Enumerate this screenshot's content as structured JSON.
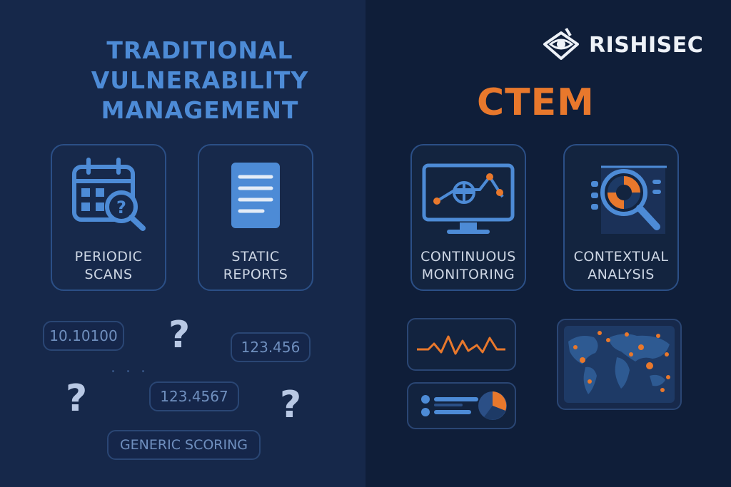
{
  "brand": {
    "name": "RISHISEC",
    "icon": "eye-shield-icon"
  },
  "left": {
    "title": "TRADITIONAL\nVULNERABILITY\nMANAGEMENT",
    "cards": [
      {
        "label": "PERIODIC\nSCANS",
        "icon": "calendar-search-icon"
      },
      {
        "label": "STATIC\nREPORTS",
        "icon": "document-icon"
      }
    ],
    "values": [
      "10.10100",
      "123.456",
      "123.4567"
    ],
    "generic_label": "GENERIC SCORING",
    "question": "?"
  },
  "right": {
    "title": "CTEM",
    "cards": [
      {
        "label": "CONTINUOUS\nMONITORING",
        "icon": "monitor-chart-icon"
      },
      {
        "label": "CONTEXTUAL\nANALYSIS",
        "icon": "magnify-donut-icon"
      }
    ],
    "widgets": [
      "waveform-icon",
      "list-pie-icon",
      "world-map-icon"
    ]
  },
  "colors": {
    "accent_orange": "#e8782c",
    "accent_blue": "#4d8bd6",
    "bg_left": "#16284a",
    "bg_right": "#0f1e39"
  }
}
